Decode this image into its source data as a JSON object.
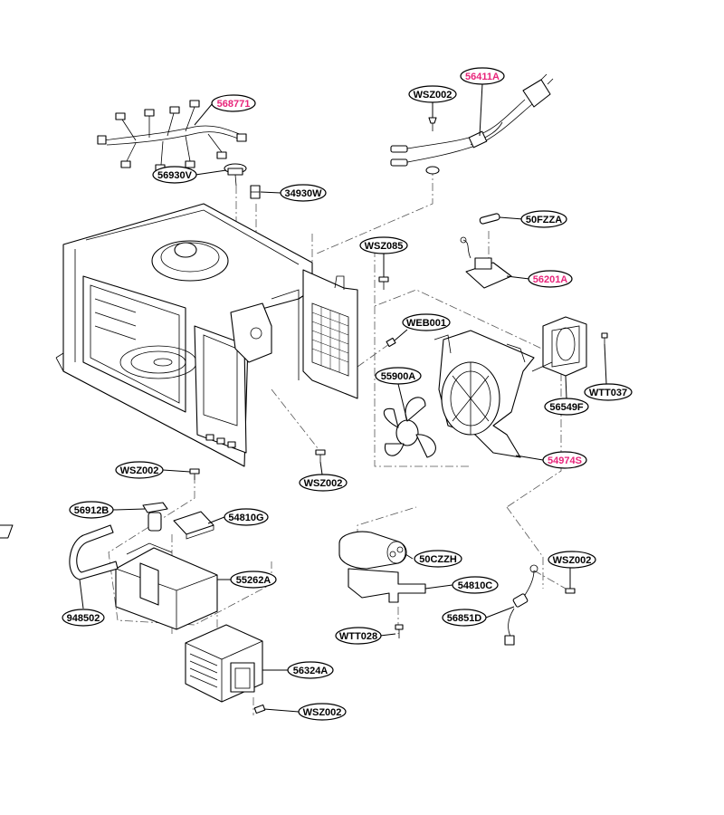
{
  "diagram": {
    "colors": {
      "line": "#000000",
      "label_normal": "#000000",
      "label_highlight": "#e8247a",
      "background": "#ffffff"
    },
    "callouts": [
      {
        "id": "568771",
        "text": "568771",
        "highlight": true
      },
      {
        "id": "56930V",
        "text": "56930V",
        "highlight": false
      },
      {
        "id": "34930W",
        "text": "34930W",
        "highlight": false
      },
      {
        "id": "56411A",
        "text": "56411A",
        "highlight": true
      },
      {
        "id": "WSZ002_a",
        "text": "WSZ002",
        "highlight": false
      },
      {
        "id": "50FZZA",
        "text": "50FZZA",
        "highlight": false
      },
      {
        "id": "WSZ085",
        "text": "WSZ085",
        "highlight": false
      },
      {
        "id": "56201A",
        "text": "56201A",
        "highlight": true
      },
      {
        "id": "WEB001",
        "text": "WEB001",
        "highlight": false
      },
      {
        "id": "55900A",
        "text": "55900A",
        "highlight": false
      },
      {
        "id": "WTT037",
        "text": "WTT037",
        "highlight": false
      },
      {
        "id": "56549F",
        "text": "56549F",
        "highlight": false
      },
      {
        "id": "54974S",
        "text": "54974S",
        "highlight": true
      },
      {
        "id": "WSZ002_b",
        "text": "WSZ002",
        "highlight": false
      },
      {
        "id": "WSZ002_c",
        "text": "WSZ002",
        "highlight": false
      },
      {
        "id": "56912B",
        "text": "56912B",
        "highlight": false
      },
      {
        "id": "54810G",
        "text": "54810G",
        "highlight": false
      },
      {
        "id": "55262A",
        "text": "55262A",
        "highlight": false
      },
      {
        "id": "948502",
        "text": "948502",
        "highlight": false
      },
      {
        "id": "50CZZH",
        "text": "50CZZH",
        "highlight": false
      },
      {
        "id": "WSZ002_d",
        "text": "WSZ002",
        "highlight": false
      },
      {
        "id": "54810C",
        "text": "54810C",
        "highlight": false
      },
      {
        "id": "56851D",
        "text": "56851D",
        "highlight": false
      },
      {
        "id": "WTT028",
        "text": "WTT028",
        "highlight": false
      },
      {
        "id": "56324A",
        "text": "56324A",
        "highlight": false
      },
      {
        "id": "WSZ002_e",
        "text": "WSZ002",
        "highlight": false
      }
    ]
  }
}
